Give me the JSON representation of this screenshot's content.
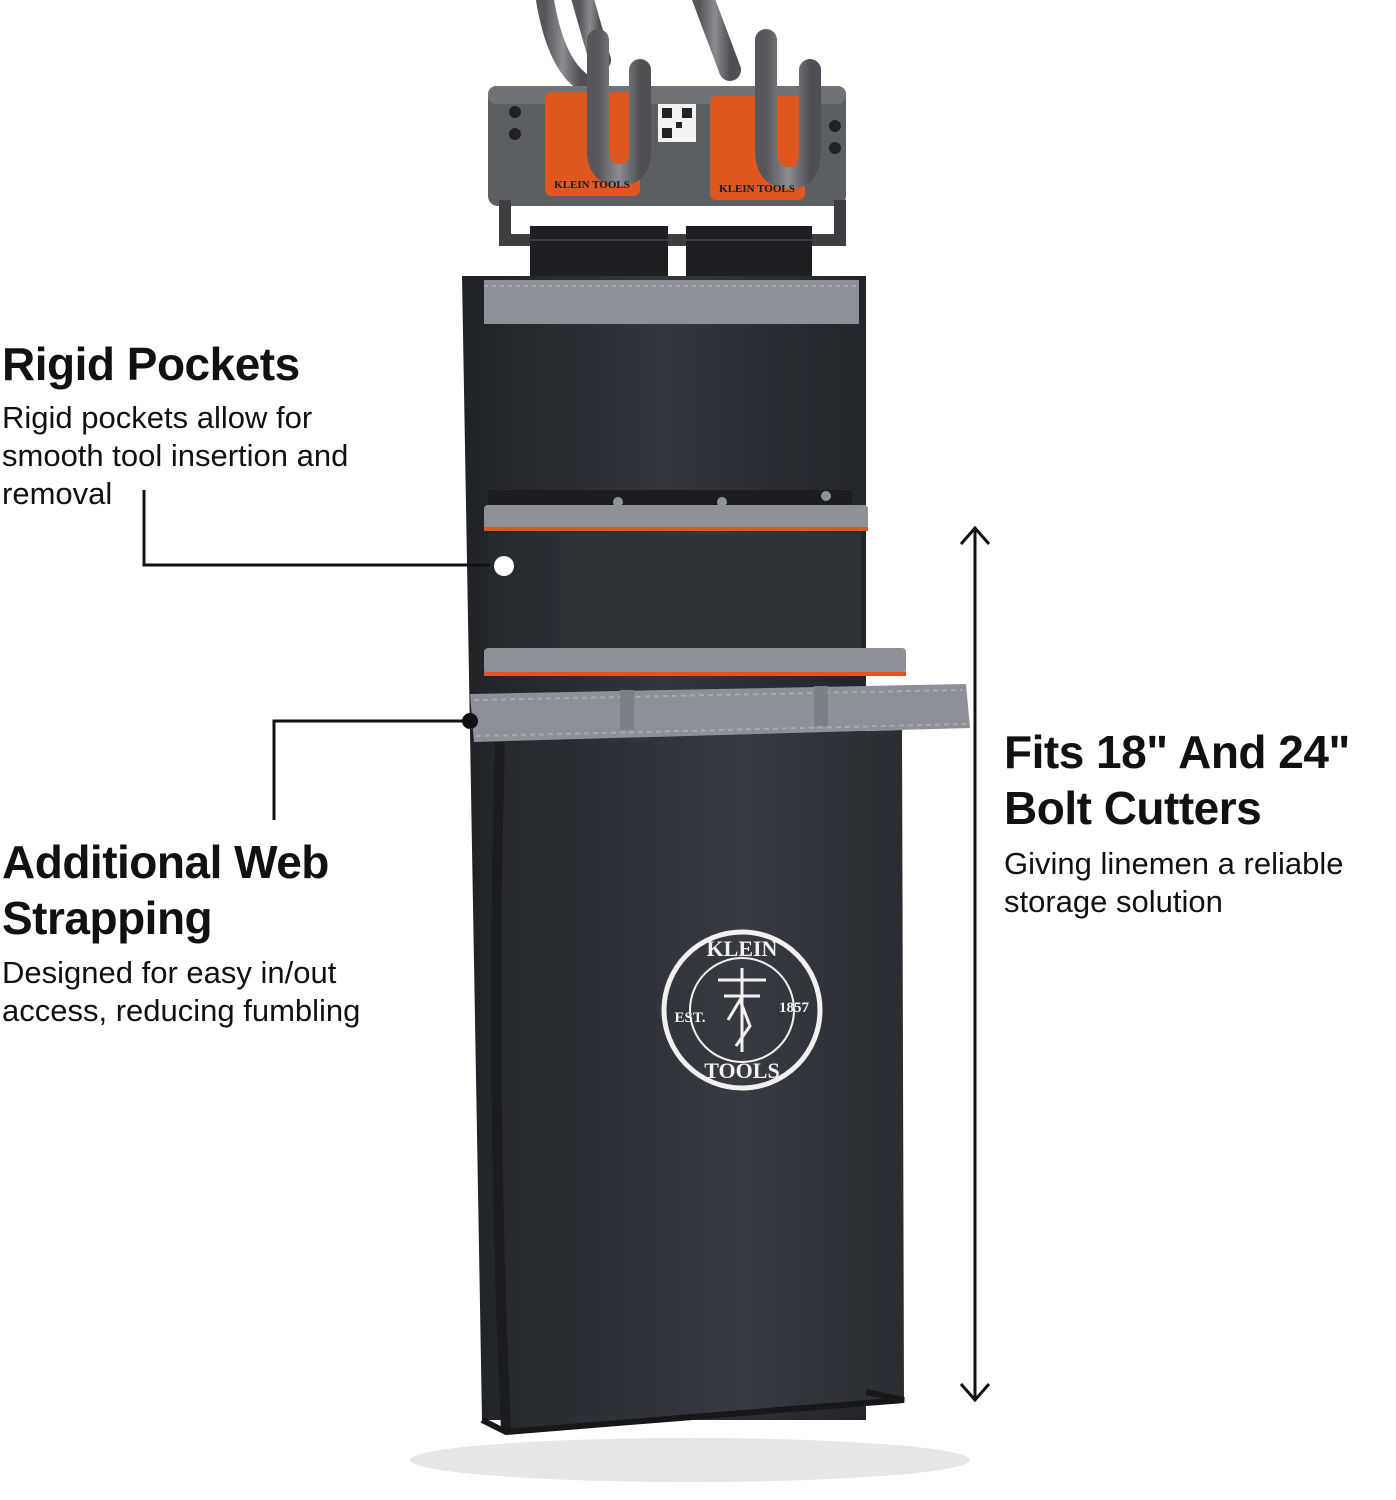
{
  "callouts": {
    "rigid": {
      "title": "Rigid Pockets",
      "body_lines": [
        "Rigid pockets allow for",
        "smooth tool insertion and",
        "removal"
      ]
    },
    "web": {
      "title_lines": [
        "Additional Web",
        "Strapping"
      ],
      "body_lines": [
        "Designed for easy in/out",
        "access, reducing fumbling"
      ]
    },
    "fits": {
      "title_lines": [
        "Fits 18\" And 24\"",
        "Bolt Cutters"
      ],
      "body_lines": [
        "Giving linemen a reliable",
        "storage solution"
      ]
    }
  },
  "product": {
    "brand_tags": [
      "KLEIN TOOLS",
      "KLEIN TOOLS"
    ],
    "emblem": {
      "top": "KLEIN",
      "bottom": "TOOLS",
      "left": "EST.",
      "right": "1857"
    },
    "colors": {
      "pouch": "#2b2e33",
      "trim": "#8d9096",
      "accent": "#e0561f",
      "hook": "#6e7075"
    }
  }
}
